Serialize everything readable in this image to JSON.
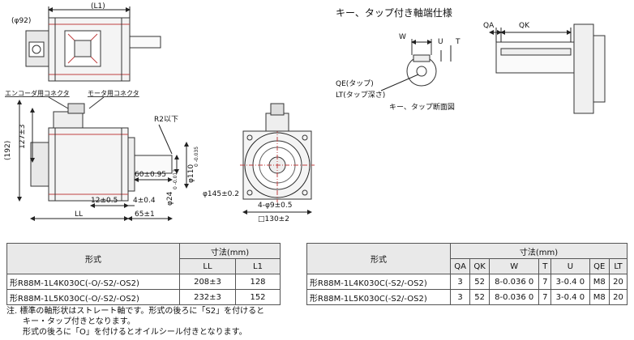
{
  "drawing": {
    "section_title": "キー、タップ付き軸端仕様",
    "labels": {
      "phi92": "(φ92)",
      "l1": "(L1)",
      "encoder_conn": "エンコーダ用コネクタ",
      "motor_conn": "モータ用コネクタ",
      "r2": "R2以下",
      "d192": "(192)",
      "d127": "127±3",
      "phi110": "φ110",
      "phi110_tol": "0 -0.035",
      "d60": "60±0.95",
      "phi24": "φ24",
      "phi24_tol": "0 -0.013",
      "d12": "12±0.5",
      "d4": "4±0.4",
      "ll": "LL",
      "d65": "65±1",
      "phi145": "φ145±0.2",
      "holes": "4-φ9±0.5",
      "sq130": "□130±2",
      "w": "W",
      "u": "U",
      "t": "T",
      "qa": "QA",
      "qk": "QK",
      "qe": "QE(タップ)",
      "lt": "LT(タップ深さ)",
      "key_section": "キー、タップ断面図"
    }
  },
  "table_left": {
    "header": {
      "model": "形式",
      "dims": "寸法(mm)",
      "ll": "LL",
      "l1": "L1"
    },
    "rows": [
      {
        "model": "形R88M-1L4K030C(-O/-S2/-OS2)",
        "ll": "208±3",
        "l1": "128"
      },
      {
        "model": "形R88M-1L5K030C(-O/-S2/-OS2)",
        "ll": "232±3",
        "l1": "152"
      }
    ]
  },
  "table_right": {
    "header": {
      "model": "形式",
      "dims": "寸法(mm)",
      "qa": "QA",
      "qk": "QK",
      "w": "W",
      "t": "T",
      "u": "U",
      "qe": "QE",
      "lt": "LT"
    },
    "rows": [
      {
        "model": "形R88M-1L4K030C(-S2/-OS2)",
        "qa": "3",
        "qk": "52",
        "w": "8-0.036 0",
        "t": "7",
        "u": "3-0.4 0",
        "qe": "M8",
        "lt": "20"
      },
      {
        "model": "形R88M-1L5K030C(-S2/-OS2)",
        "qa": "3",
        "qk": "52",
        "w": "8-0.036 0",
        "t": "7",
        "u": "3-0.4 0",
        "qe": "M8",
        "lt": "20"
      }
    ]
  },
  "notes": {
    "line1": "注. 標準の軸形状はストレート軸です。形式の後ろに「S2」を付けると",
    "line2": "　　キー・タップ付きとなります。",
    "line3": "　　形式の後ろに「O」を付けるとオイルシール付きとなります。"
  }
}
